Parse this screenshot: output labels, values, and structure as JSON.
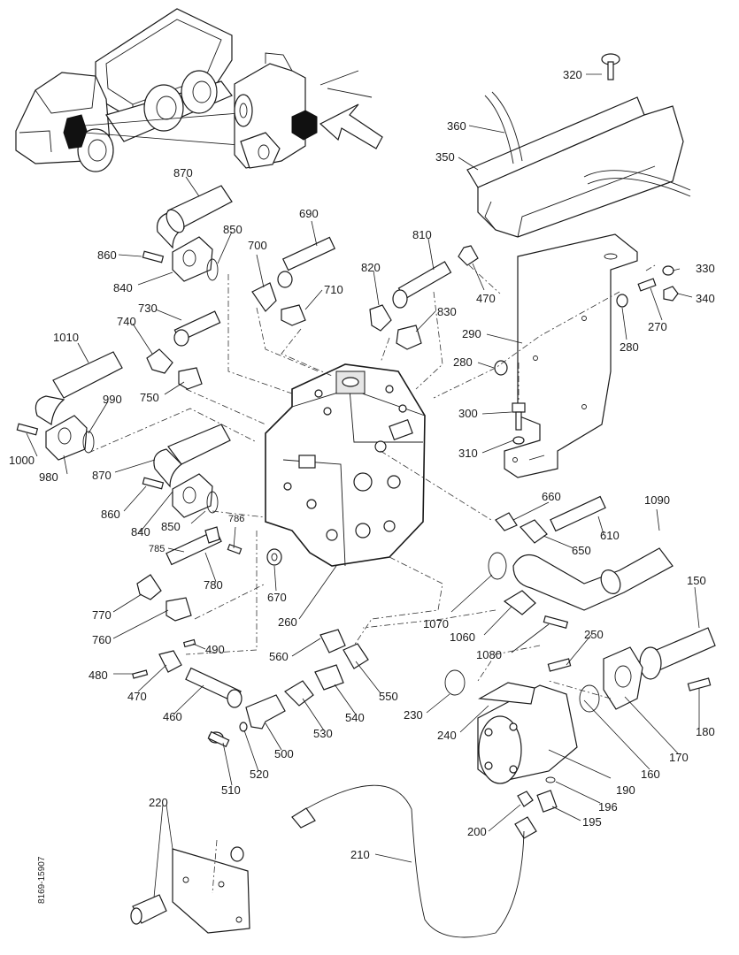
{
  "drawing_number": "8169-15907",
  "labels": [
    {
      "id": "320",
      "text": "320"
    },
    {
      "id": "360",
      "text": "360"
    },
    {
      "id": "350",
      "text": "350"
    },
    {
      "id": "870a",
      "text": "870"
    },
    {
      "id": "690",
      "text": "690"
    },
    {
      "id": "810",
      "text": "810"
    },
    {
      "id": "850a",
      "text": "850"
    },
    {
      "id": "860a",
      "text": "860"
    },
    {
      "id": "700",
      "text": "700"
    },
    {
      "id": "820",
      "text": "820"
    },
    {
      "id": "470a",
      "text": "470"
    },
    {
      "id": "330",
      "text": "330"
    },
    {
      "id": "840a",
      "text": "840"
    },
    {
      "id": "710",
      "text": "710"
    },
    {
      "id": "340",
      "text": "340"
    },
    {
      "id": "730",
      "text": "730"
    },
    {
      "id": "830",
      "text": "830"
    },
    {
      "id": "270",
      "text": "270"
    },
    {
      "id": "740",
      "text": "740"
    },
    {
      "id": "290",
      "text": "290"
    },
    {
      "id": "280a",
      "text": "280"
    },
    {
      "id": "1010",
      "text": "1010"
    },
    {
      "id": "280b",
      "text": "280"
    },
    {
      "id": "750",
      "text": "750"
    },
    {
      "id": "990",
      "text": "990"
    },
    {
      "id": "300",
      "text": "300"
    },
    {
      "id": "1000",
      "text": "1000"
    },
    {
      "id": "310",
      "text": "310"
    },
    {
      "id": "980",
      "text": "980"
    },
    {
      "id": "870b",
      "text": "870"
    },
    {
      "id": "660",
      "text": "660"
    },
    {
      "id": "1090",
      "text": "1090"
    },
    {
      "id": "860b",
      "text": "860"
    },
    {
      "id": "786",
      "text": "786"
    },
    {
      "id": "610",
      "text": "610"
    },
    {
      "id": "840b",
      "text": "840"
    },
    {
      "id": "850b",
      "text": "850"
    },
    {
      "id": "785",
      "text": "785"
    },
    {
      "id": "650",
      "text": "650"
    },
    {
      "id": "150",
      "text": "150"
    },
    {
      "id": "780",
      "text": "780"
    },
    {
      "id": "670",
      "text": "670"
    },
    {
      "id": "770",
      "text": "770"
    },
    {
      "id": "1070",
      "text": "1070"
    },
    {
      "id": "260",
      "text": "260"
    },
    {
      "id": "760",
      "text": "760"
    },
    {
      "id": "1060",
      "text": "1060"
    },
    {
      "id": "250",
      "text": "250"
    },
    {
      "id": "490",
      "text": "490"
    },
    {
      "id": "1080",
      "text": "1080"
    },
    {
      "id": "560",
      "text": "560"
    },
    {
      "id": "480",
      "text": "480"
    },
    {
      "id": "470b",
      "text": "470"
    },
    {
      "id": "550",
      "text": "550"
    },
    {
      "id": "230",
      "text": "230"
    },
    {
      "id": "460",
      "text": "460"
    },
    {
      "id": "540",
      "text": "540"
    },
    {
      "id": "180",
      "text": "180"
    },
    {
      "id": "530",
      "text": "530"
    },
    {
      "id": "240",
      "text": "240"
    },
    {
      "id": "500",
      "text": "500"
    },
    {
      "id": "160",
      "text": "160"
    },
    {
      "id": "170",
      "text": "170"
    },
    {
      "id": "520",
      "text": "520"
    },
    {
      "id": "190",
      "text": "190"
    },
    {
      "id": "510",
      "text": "510"
    },
    {
      "id": "220",
      "text": "220"
    },
    {
      "id": "196",
      "text": "196"
    },
    {
      "id": "195",
      "text": "195"
    },
    {
      "id": "200",
      "text": "200"
    },
    {
      "id": "210",
      "text": "210"
    }
  ]
}
